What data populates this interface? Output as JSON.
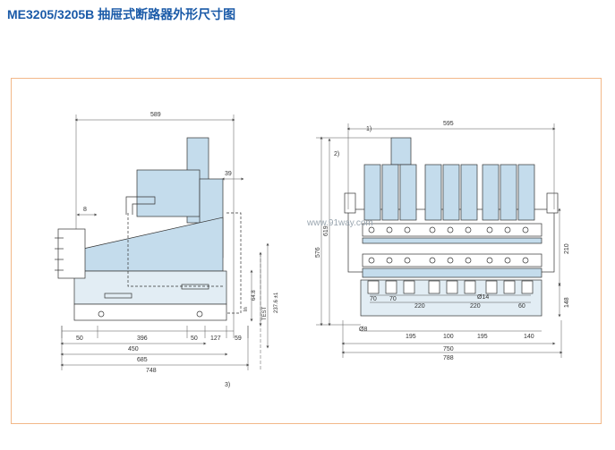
{
  "title": "ME3205/3205B 抽屉式断路器外形尺寸图",
  "watermark": "www.91way.com",
  "colors": {
    "title": "#1a5aa8",
    "frame_border": "#f2b889",
    "body_fill": "#c4dcec",
    "body_dark": "#a9c8de",
    "line": "#333333",
    "dim": "#555555"
  },
  "side_view": {
    "dims_top": [
      "589",
      "39",
      "8"
    ],
    "dims_bottom": [
      "50",
      "396",
      "50",
      "127",
      "59"
    ],
    "dims_overall": [
      "450",
      "685",
      "748"
    ],
    "vertical_labels": [
      "64.8",
      "237.6 ±1",
      "TEST",
      "ln"
    ],
    "note": "3)"
  },
  "front_view": {
    "dims_top": [
      "595"
    ],
    "notes": [
      "1)",
      "2)"
    ],
    "dims_left": [
      "576",
      "619"
    ],
    "dims_right": [
      "210",
      "148"
    ],
    "dims_spacing_top": [
      "70",
      "70",
      "220",
      "220",
      "60"
    ],
    "dims_spacing_bottom": [
      "195",
      "100",
      "195",
      "140"
    ],
    "dims_overall": [
      "750",
      "788"
    ],
    "hole_labels": [
      "Ø14",
      "Ø8"
    ]
  }
}
